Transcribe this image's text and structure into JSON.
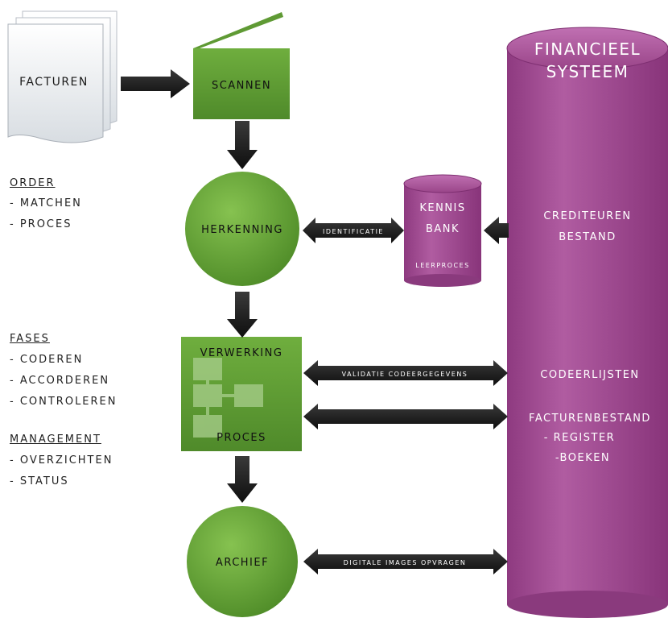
{
  "documents": {
    "label": "FACTUREN"
  },
  "scan": {
    "label": "SCANNEN"
  },
  "recognition": {
    "label": "HERKENNING"
  },
  "processing": {
    "title": "VERWERKING",
    "subtitle": "PROCES"
  },
  "archive": {
    "label": "ARCHIEF"
  },
  "knowledge_bank": {
    "line1": "KENNIS",
    "line2": "BANK",
    "subtitle": "LEERPROCES"
  },
  "financial_system": {
    "title_line1": "FINANCIEEL",
    "title_line2": "SYSTEEM",
    "creditors_line1": "CREDITEUREN",
    "creditors_line2": "BESTAND",
    "code_lists": "CODEERLIJSTEN",
    "invoice_file": "FACTURENBESTAND",
    "invoice_register": "- REGISTER",
    "invoice_book": "-BOEKEN"
  },
  "arrows": {
    "identification": "IDENTIFICATIE",
    "validation": "VALIDATIE CODEERGEGEVENS",
    "digital_images": "DIGITALE IMAGES OPVRAGEN"
  },
  "side_notes": {
    "order": {
      "heading": "ORDER",
      "items": [
        "- MATCHEN",
        "- PROCES"
      ]
    },
    "phases": {
      "heading": "FASES",
      "items": [
        "- CODEREN",
        "- ACCORDEREN",
        "- CONTROLEREN"
      ]
    },
    "management": {
      "heading": "MANAGEMENT",
      "items": [
        "- OVERZICHTEN",
        "- STATUS"
      ]
    }
  },
  "colors": {
    "green": "#6aa83b",
    "green_dark": "#4d8a27",
    "purple": "#a24b92",
    "purple_dark": "#7e2f71",
    "arrow": "#1c1c1c"
  }
}
